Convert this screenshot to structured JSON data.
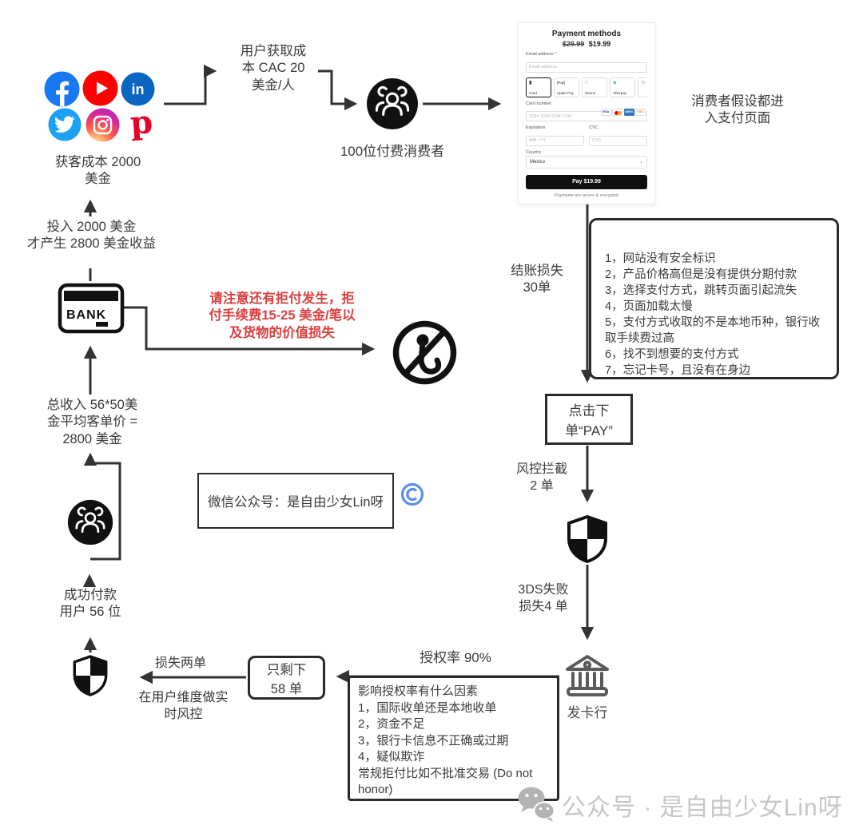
{
  "colors": {
    "line": "#333333",
    "accent_red": "#d94040",
    "box_border": "#2a2a2a",
    "copyright_blue": "#5b8fe8",
    "watermark_gray": "#c6c6c6",
    "facebook_blue": "#1877f2",
    "youtube_red": "#ff0000",
    "linkedin_blue": "#0a66c2",
    "twitter_blue": "#1da1f2",
    "pinterest_red": "#e60023"
  },
  "social": {
    "icons": [
      "facebook",
      "youtube",
      "linkedin",
      "twitter",
      "instagram",
      "pinterest"
    ],
    "caption": "获客成本 2000\n美金"
  },
  "nodes": {
    "cac_note": "用户获取成\n本 CAC 20\n美金/人",
    "consumers_label": "100位付费消费者",
    "payment_page_note": "消费者假设都进\n入支付页面",
    "checkout_loss": "结账损失\n30单",
    "pay_button_box": "点击下\n单“PAY”",
    "risk_block": "风控拦截\n2 单",
    "threeds_fail": "3DS失败\n损失4 单",
    "issuer_label": "发卡行",
    "auth_rate": "授权率 90%",
    "remaining_box": "只剩下\n58 单",
    "loss_two": "损失两单",
    "user_risk": "在用户维度做实\n时风控",
    "success_paid": "成功付款\n用户 56 位",
    "revenue": "总收入 56*50美\n金平均客单价 =\n2800 美金",
    "invest": "投入 2000 美金\n才产生 2800 美金收益",
    "chargeback_warning": "请注意还有拒付发生，拒\n付手续费15-25 美金/笔以\n及货物的价值损失",
    "wechat_box": "微信公众号：是自由少女Lin呀",
    "watermark": "公众号 · 是自由少女Lin呀"
  },
  "checkout_issues": {
    "items": [
      "1，网站没有安全标识",
      "2，产品价格高但是没有提供分期付款",
      "3，选择支付方式，跳转页面引起流失",
      "4，页面加载太慢",
      "5，支付方式收取的不是本地币种，银行收取手续费过高",
      "6，找不到想要的支付方式",
      "7，忘记卡号，且没有在身边"
    ]
  },
  "auth_factors": {
    "title": "影响授权率有什么因素",
    "items": [
      "1，国际收单还是本地收单",
      "2，资金不足",
      "3，银行卡信息不正确或过期",
      "4，疑似欺诈"
    ],
    "footer": "常规拒付比如不批准交易 (Do not honor)"
  },
  "payment_form": {
    "title": "Payment methods",
    "price_original": "$29.99",
    "price_current": "$19.99",
    "email_label": "Email address *",
    "email_placeholder": "Email address",
    "methods": {
      "card": "Card",
      "apple_pay": "Apple Pay",
      "klarna": "Klarna",
      "afterpay": "Afterpay"
    },
    "card_number_label": "Card number",
    "card_number_placeholder": "1234 1234 1234 1234",
    "expiration_label": "Expiration",
    "expiration_placeholder": "MM / YY",
    "cvc_label": "CVC",
    "cvc_placeholder": "CVC",
    "country_label": "Country",
    "country_value": "Mexico",
    "pay_button": "Pay $19.99",
    "secure_note": "Payments are secure & encrypted",
    "brands": [
      "visa",
      "mastercard",
      "amex",
      "discover"
    ]
  },
  "bank_card": {
    "label": "BANK"
  }
}
